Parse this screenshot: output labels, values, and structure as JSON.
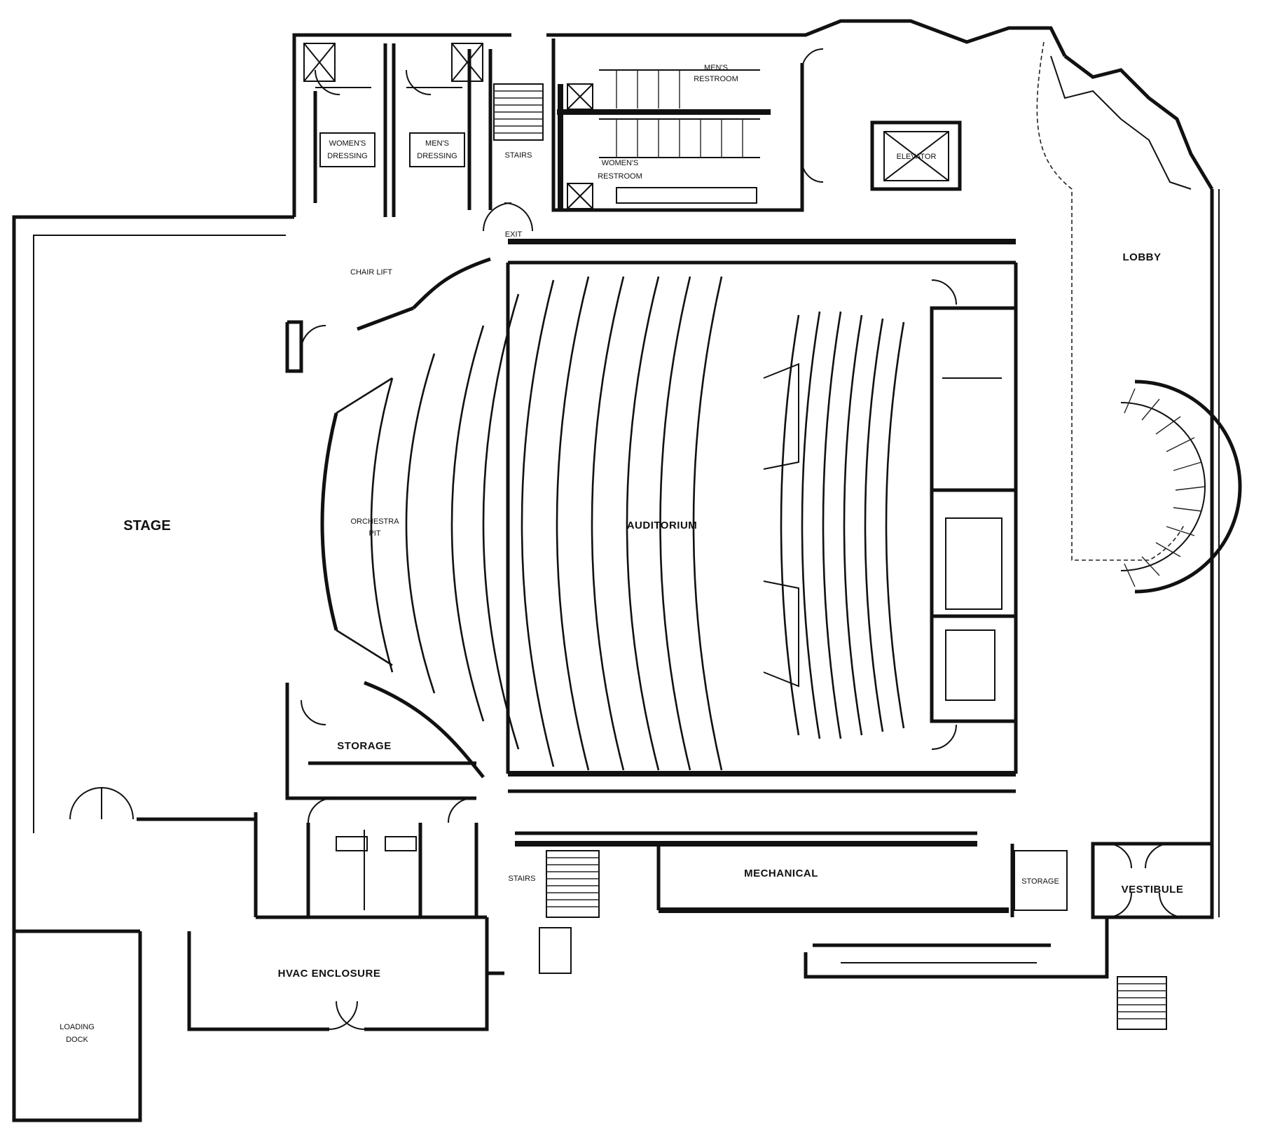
{
  "plan": {
    "rooms": {
      "stage": "STAGE",
      "auditorium": "AUDITORIUM",
      "orchestra_pit": "ORCHESTRA",
      "orchestra_pit_2": "PIT",
      "storage_left": "STORAGE",
      "storage_right": "STORAGE",
      "mechanical": "MECHANICAL",
      "vestibule": "VESTIBULE",
      "lobby": "LOBBY",
      "loading_dock_1": "LOADING",
      "loading_dock_2": "DOCK",
      "hvac": "HVAC ENCLOSURE",
      "mens_restroom_1": "MEN'S",
      "mens_restroom_2": "RESTROOM",
      "womens_restroom_1": "WOMEN'S",
      "womens_restroom_2": "RESTROOM",
      "elevator": "ELEVATOR",
      "stairs_top": "STAIRS",
      "stairs_bottom": "STAIRS",
      "chair_lift": "CHAIR LIFT",
      "exit": "EXIT",
      "dressing_left_1": "WOMEN'S",
      "dressing_left_2": "DRESSING",
      "dressing_right_1": "MEN'S",
      "dressing_right_2": "DRESSING"
    }
  }
}
